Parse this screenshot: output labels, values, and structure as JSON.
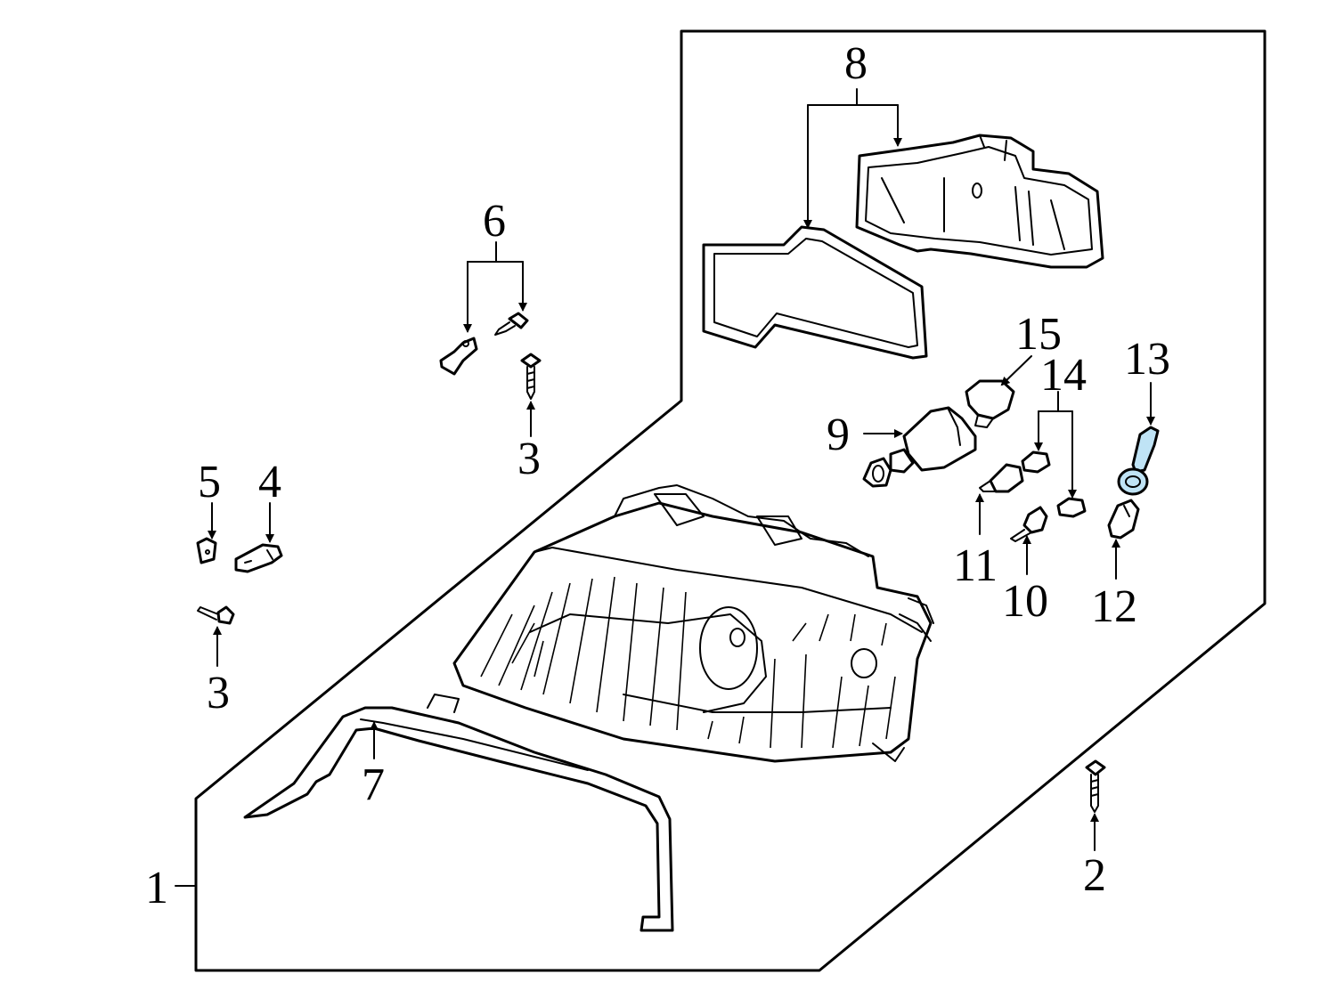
{
  "diagram": {
    "callouts": [
      "1",
      "2",
      "3",
      "3",
      "3",
      "4",
      "5",
      "6",
      "7",
      "8",
      "9",
      "10",
      "11",
      "12",
      "13",
      "14",
      "15"
    ],
    "highlight_color": "#bfe3f5",
    "highlighted_part": "13"
  }
}
